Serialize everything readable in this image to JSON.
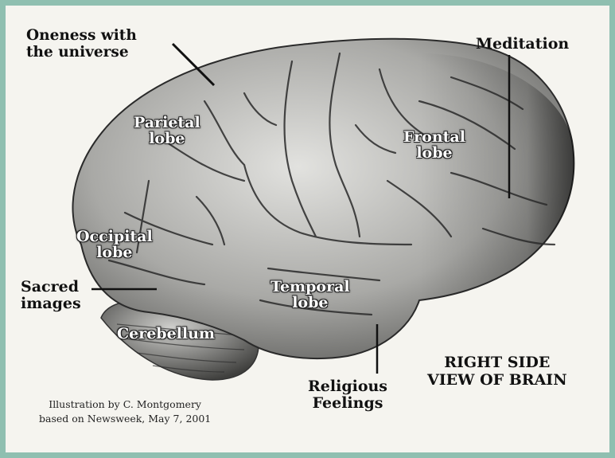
{
  "labels": {
    "oneness": "Oneness with\nthe universe",
    "meditation": "Meditation",
    "sacred": "Sacred\nimages",
    "religious": "Religious\nFeelings"
  },
  "lobes": {
    "parietal": "Parietal\nlobe",
    "frontal": "Frontal\nlobe",
    "occipital": "Occipital\nlobe",
    "temporal": "Temporal\nlobe",
    "cerebellum": "Cerebellum"
  },
  "credit": "Illustration by C. Montgomery\nbased on Newsweek, May 7, 2001",
  "title": "RIGHT SIDE\nVIEW OF BRAIN",
  "colors": {
    "frame": "#8fbfb0",
    "panel": "#f5f4ef",
    "brain_light": "#d9d9d6",
    "brain_dark": "#3a3a3a"
  }
}
